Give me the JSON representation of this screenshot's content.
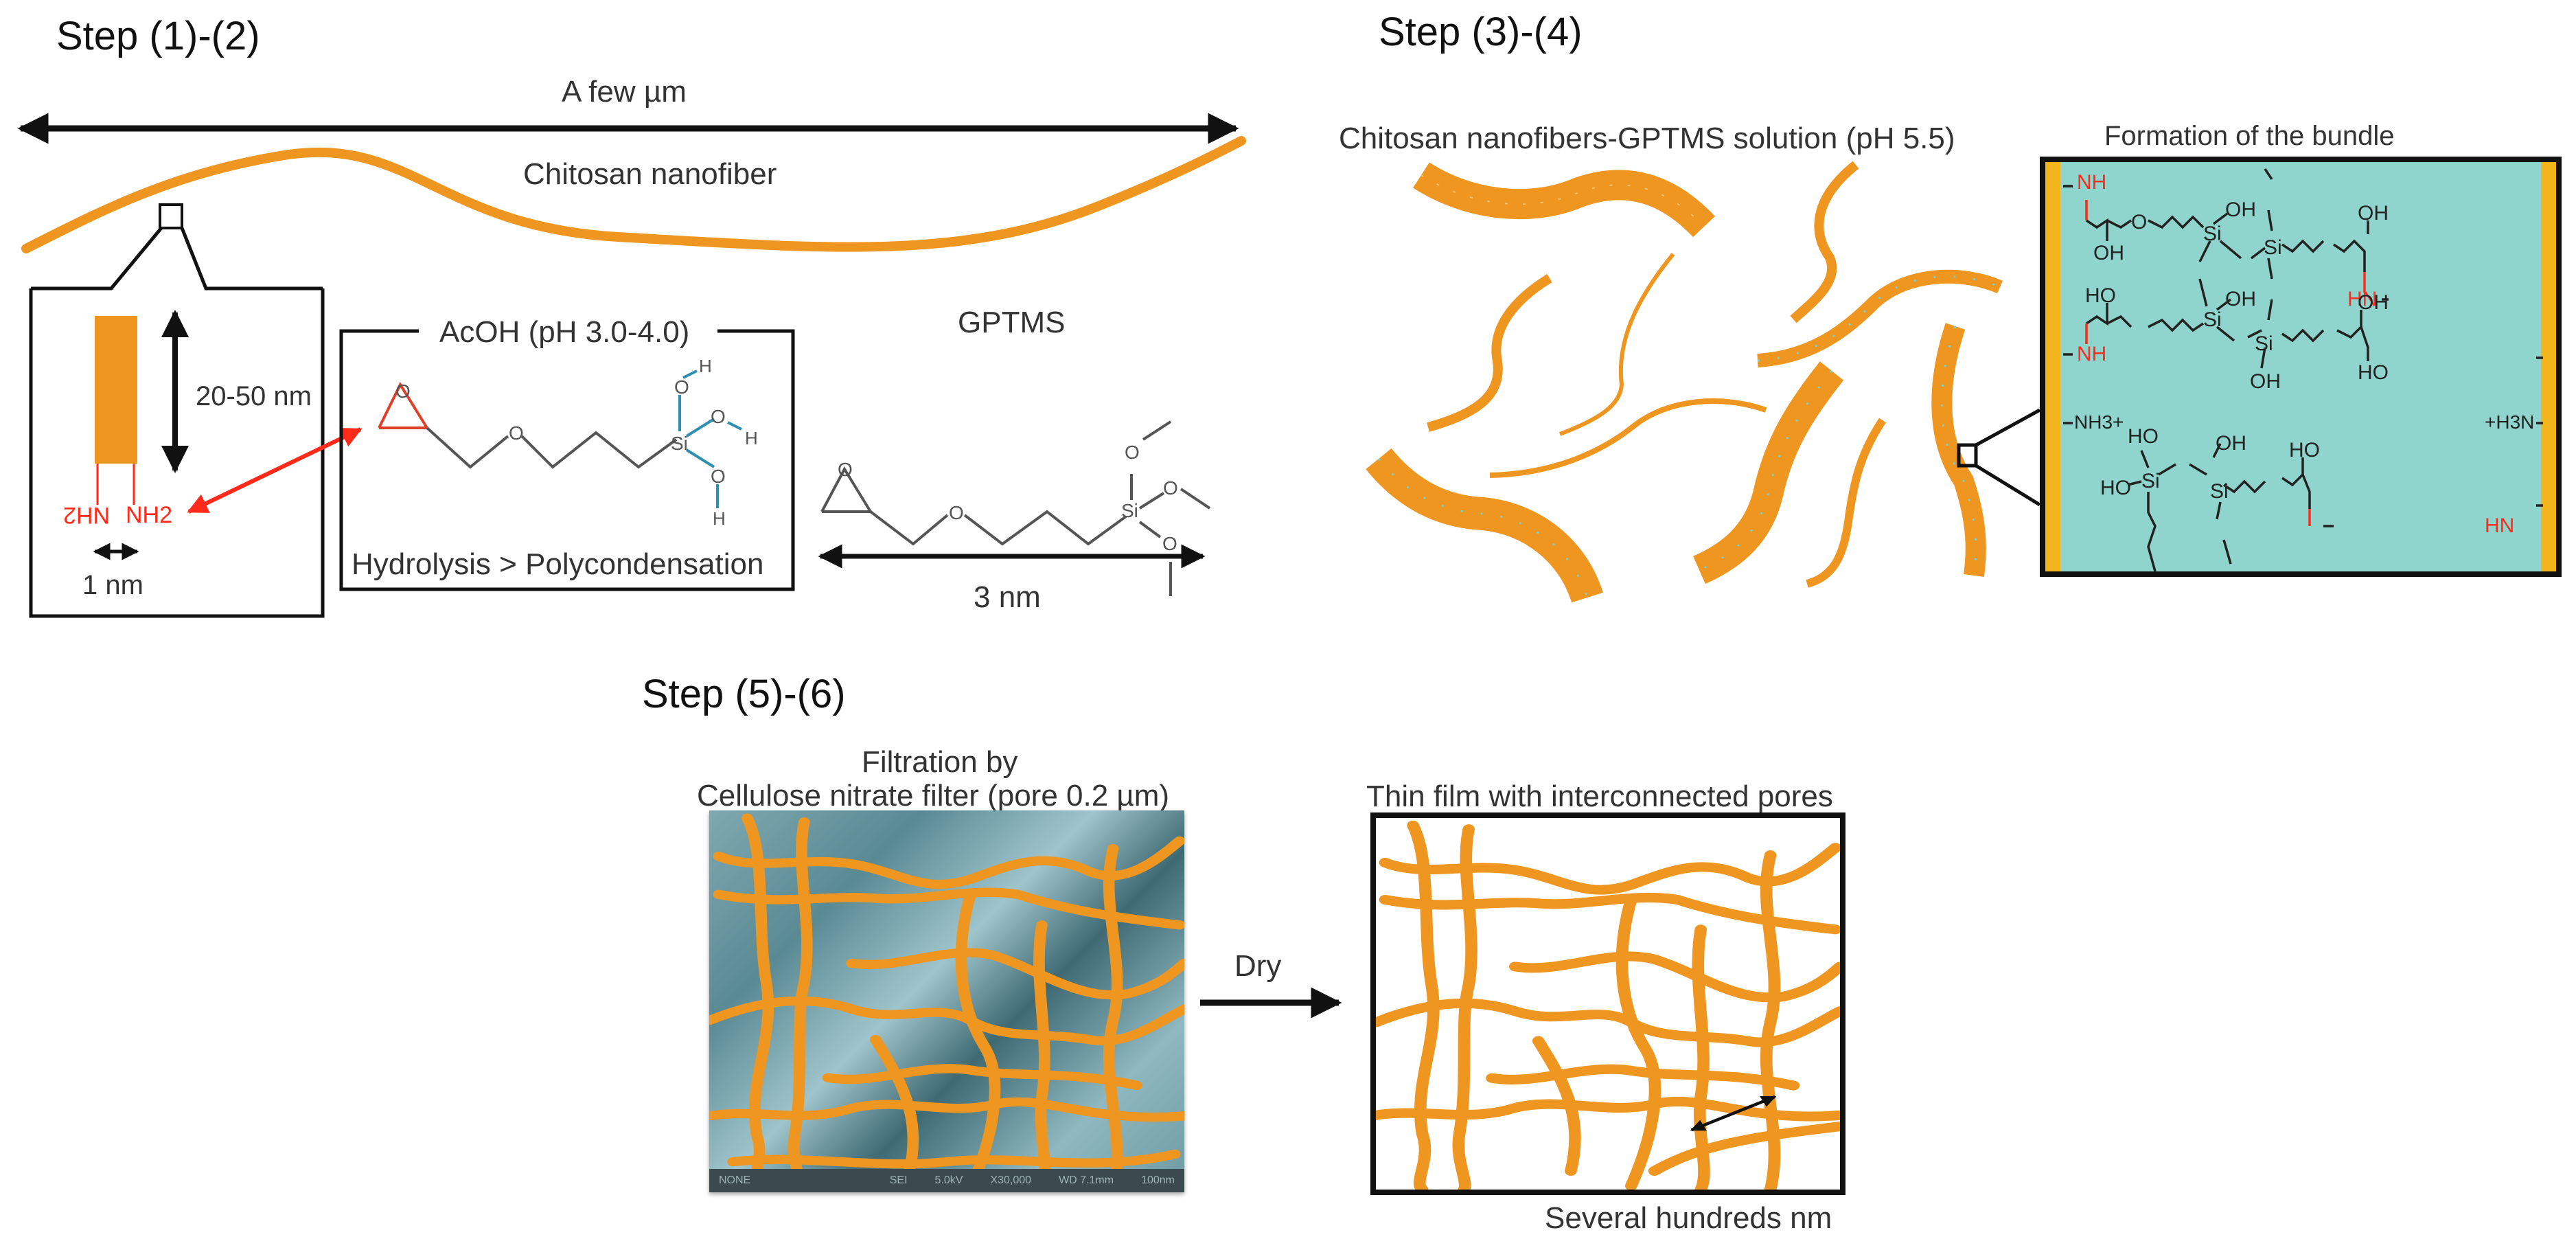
{
  "figure": {
    "colors": {
      "fiber_orange": "#ee961f",
      "fiber_stripe": "#7ecfc8",
      "bundle_panel_bg": "#8fd5cd",
      "bundle_panel_edge": "#f2b51c",
      "amine_red": "#ff2a1a",
      "silanol_blue": "#2f8fb0",
      "sem_bg": "#5f8d97"
    }
  },
  "step12": {
    "title": "Step (1)-(2)",
    "length_label": "A few µm",
    "fiber_label": "Chitosan nanofiber",
    "inset": {
      "height_label": "20-50 nm",
      "width_label": "1 nm",
      "amine_left": "NH2",
      "amine_right": "NH2"
    },
    "acoh_box": {
      "title": "AcOH (pH 3.0-4.0)",
      "caption": "Hydrolysis > Polycondensation",
      "molecule": "hydrolyzed GPTMS (silanetriol)",
      "atoms": {
        "epoxy_o": "O",
        "ether_o": "O",
        "si": "Si",
        "o1": "O",
        "o2": "O",
        "o3": "O",
        "h1": "H",
        "h2": "H",
        "h3": "H"
      }
    },
    "gptms": {
      "title": "GPTMS",
      "size_label": "3 nm",
      "atoms": {
        "epoxy_o": "O",
        "ether_o": "O",
        "si": "Si",
        "o1": "O",
        "o2": "O",
        "o3": "O"
      }
    }
  },
  "step34": {
    "title": "Step (3)-(4)",
    "solution_label": "Chitosan nanofibers-GPTMS solution (pH 5.5)",
    "bundle": {
      "title": "Formation of the bundle",
      "labels": {
        "nh_top_left": "NH",
        "oh_a": "OH",
        "oh_b": "OH",
        "si_a": "Si",
        "si_b": "Si",
        "si_c": "Si",
        "si_d": "Si",
        "oh_c": "OH",
        "oh_right_top": "OH",
        "hn_right_1": "HN",
        "ho_left_2": "HO",
        "oh_mid": "OH",
        "oh_right_2": "OH",
        "nh_left_2": "NH",
        "oh_bottom_mid": "OH",
        "ho_right_3": "HO",
        "nh3_left": "NH3+",
        "h3n_right": "+H3N",
        "ho_b1": "HO",
        "oh_b2": "OH",
        "ho_b3": "HO",
        "si_e": "Si",
        "si_f": "Si",
        "ho_b4": "HO",
        "hn_right_4": "HN",
        "o": "O"
      }
    }
  },
  "step56": {
    "title": "Step (5)-(6)",
    "filtration_label_1": "Filtration by",
    "filtration_label_2": "Cellulose nitrate filter (pore 0.2 µm)",
    "sem_bar": [
      "NONE",
      "SEI",
      "5.0kV",
      "X30,000",
      "WD 7.1mm",
      "100nm"
    ],
    "dry_label": "Dry",
    "film_label": "Thin film with interconnected pores",
    "pore_label": "Several hundreds nm"
  }
}
